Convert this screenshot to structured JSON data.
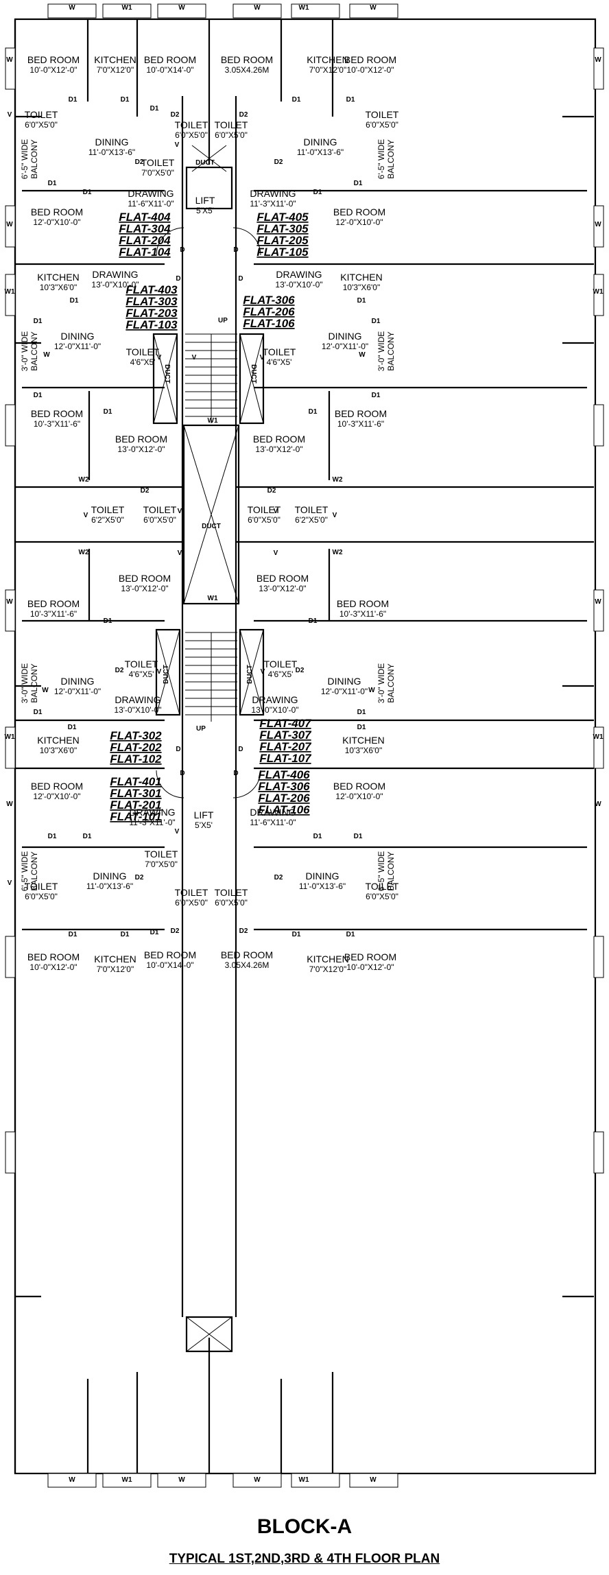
{
  "title": "BLOCK-A",
  "subtitle": "TYPICAL 1ST,2ND,3RD & 4TH  FLOOR PLAN",
  "rooms": [
    {
      "name": "BED ROOM",
      "dim": "10'-0\"X12'-0\""
    },
    {
      "name": "KITCHEN",
      "dim": "7'0\"X12'0\""
    },
    {
      "name": "BED ROOM",
      "dim": "10'-0\"X14'-0\""
    },
    {
      "name": "BED ROOM",
      "dim": "3.05X4.26M"
    },
    {
      "name": "KITCHEN",
      "dim": "7'0\"X12'0\""
    },
    {
      "name": "BED ROOM",
      "dim": "10'-0\"X12'-0\""
    },
    {
      "name": "TOILET",
      "dim": "6'0\"X5'0\""
    },
    {
      "name": "TOILET",
      "dim": "6'0\"X5'0\""
    },
    {
      "name": "TOILET",
      "dim": "6'0\"X5'0\""
    },
    {
      "name": "TOILET",
      "dim": "6'0\"X5'0\""
    },
    {
      "name": "DINING",
      "dim": "11'-0\"X13'-6\""
    },
    {
      "name": "DINING",
      "dim": "11'-0\"X13'-6\""
    },
    {
      "name": "TOILET",
      "dim": "7'0\"X5'0\""
    },
    {
      "name": "DRAWING",
      "dim": "11'-6\"X11'-0\""
    },
    {
      "name": "LIFT",
      "dim": "5'X5'"
    },
    {
      "name": "DRAWING",
      "dim": "11'-3\"X11'-0\""
    },
    {
      "name": "BED ROOM",
      "dim": "12'-0\"X10'-0\""
    },
    {
      "name": "BED ROOM",
      "dim": "12'-0\"X10'-0\""
    },
    {
      "name": "KITCHEN",
      "dim": "10'3\"X6'0\""
    },
    {
      "name": "DRAWING",
      "dim": "13'-0\"X10'-0\""
    },
    {
      "name": "DRAWING",
      "dim": "13'-0\"X10'-0\""
    },
    {
      "name": "KITCHEN",
      "dim": "10'3\"X6'0\""
    },
    {
      "name": "DINING",
      "dim": "12'-0\"X11'-0\""
    },
    {
      "name": "TOILET",
      "dim": "4'6\"X5'"
    },
    {
      "name": "TOILET",
      "dim": "4'6\"X5'"
    },
    {
      "name": "DINING",
      "dim": "12'-0\"X11'-0\""
    },
    {
      "name": "BED ROOM",
      "dim": "10'-3\"X11'-6\""
    },
    {
      "name": "BED ROOM",
      "dim": "10'-3\"X11'-6\""
    },
    {
      "name": "BED ROOM",
      "dim": "13'-0\"X12'-0\""
    },
    {
      "name": "BED ROOM",
      "dim": "13'-0\"X12'-0\""
    },
    {
      "name": "TOILET",
      "dim": "6'2\"X5'0\""
    },
    {
      "name": "TOILET",
      "dim": "6'0\"X5'0\""
    },
    {
      "name": "TOILET",
      "dim": "6'0\"X5'0\""
    },
    {
      "name": "TOILET",
      "dim": "6'2\"X5'0\""
    },
    {
      "name": "BED ROOM",
      "dim": "13'-0\"X12'-0\""
    },
    {
      "name": "BED ROOM",
      "dim": "13'-0\"X12'-0\""
    },
    {
      "name": "BED ROOM",
      "dim": "10'-3\"X11'-6\""
    },
    {
      "name": "BED ROOM",
      "dim": "10'-3\"X11'-6\""
    },
    {
      "name": "TOILET",
      "dim": "4'6\"X5'"
    },
    {
      "name": "TOILET",
      "dim": "4'6\"X5'"
    },
    {
      "name": "DINING",
      "dim": "12'-0\"X11'-0\""
    },
    {
      "name": "DINING",
      "dim": "12'-0\"X11'-0\""
    },
    {
      "name": "DRAWING",
      "dim": "13'-0\"X10'-0\""
    },
    {
      "name": "DRAWING",
      "dim": "13'-0\"X10'-0\""
    },
    {
      "name": "KITCHEN",
      "dim": "10'3\"X6'0\""
    },
    {
      "name": "KITCHEN",
      "dim": "10'3\"X6'0\""
    },
    {
      "name": "BED ROOM",
      "dim": "12'-0\"X10'-0\""
    },
    {
      "name": "BED ROOM",
      "dim": "12'-0\"X10'-0\""
    },
    {
      "name": "DRAWING",
      "dim": "11'-3\"X11'-0\""
    },
    {
      "name": "LIFT",
      "dim": "5'X5'"
    },
    {
      "name": "DRAWING",
      "dim": "11'-6\"X11'-0\""
    },
    {
      "name": "TOILET",
      "dim": "7'0\"X5'0\""
    },
    {
      "name": "DINING",
      "dim": "11'-0\"X13'-6\""
    },
    {
      "name": "DINING",
      "dim": "11'-0\"X13'-6\""
    },
    {
      "name": "TOILET",
      "dim": "6'0\"X5'0\""
    },
    {
      "name": "TOILET",
      "dim": "6'0\"X5'0\""
    },
    {
      "name": "TOILET",
      "dim": "6'0\"X5'0\""
    },
    {
      "name": "TOILET",
      "dim": "6'0\"X5'0\""
    },
    {
      "name": "BED ROOM",
      "dim": "10'-0\"X12'-0\""
    },
    {
      "name": "KITCHEN",
      "dim": "7'0\"X12'0\""
    },
    {
      "name": "BED ROOM",
      "dim": "10'-0\"X14'-0\""
    },
    {
      "name": "BED ROOM",
      "dim": "3.05X4.26M"
    },
    {
      "name": "KITCHEN",
      "dim": "7'0\"X12'0\""
    },
    {
      "name": "BED ROOM",
      "dim": "10'-0\"X12'-0\""
    }
  ],
  "balconies": [
    {
      "line1": "6'-5\" WIDE",
      "line2": "BALCONY"
    },
    {
      "line1": "6'-5\" WIDE",
      "line2": "BALCONY"
    },
    {
      "line1": "3'-0\" WIDE",
      "line2": "BALCONY"
    },
    {
      "line1": "3'-0\" WIDE",
      "line2": "BALCONY"
    },
    {
      "line1": "3'-0\" WIDE",
      "line2": "BALCONY"
    },
    {
      "line1": "3'-0\" WIDE",
      "line2": "BALCONY"
    },
    {
      "line1": "6'-5\" WIDE",
      "line2": "BALCONY"
    },
    {
      "line1": "6'-5\" WIDE",
      "line2": "BALCONY"
    }
  ],
  "flat_groups": [
    [
      "FLAT-404",
      "FLAT-304",
      "FLAT-204",
      "FLAT-104"
    ],
    [
      "FLAT-405",
      "FLAT-305",
      "FLAT-205",
      "FLAT-105"
    ],
    [
      "FLAT-403",
      "FLAT-303",
      "FLAT-203",
      "FLAT-103"
    ],
    [
      "FLAT-306",
      "FLAT-206",
      "FLAT-106"
    ],
    [
      "FLAT-407",
      "FLAT-307",
      "FLAT-207",
      "FLAT-107"
    ],
    [
      "FLAT-302",
      "FLAT-202",
      "FLAT-102"
    ],
    [
      "FLAT-401",
      "FLAT-301",
      "FLAT-201",
      "FLAT-101"
    ],
    [
      "FLAT-406",
      "FLAT-306",
      "FLAT-206",
      "FLAT-106"
    ]
  ],
  "ducts": [
    "DUCT",
    "DUCT",
    "DUCT",
    "DUCT",
    "DUCT",
    "DUCT"
  ],
  "stair_labels": [
    "UP",
    "UP"
  ],
  "opening_tags": {
    "window": "W",
    "window1": "W1",
    "window2": "W2",
    "vent": "V",
    "door": "D",
    "door1": "D1",
    "door2": "D2"
  }
}
